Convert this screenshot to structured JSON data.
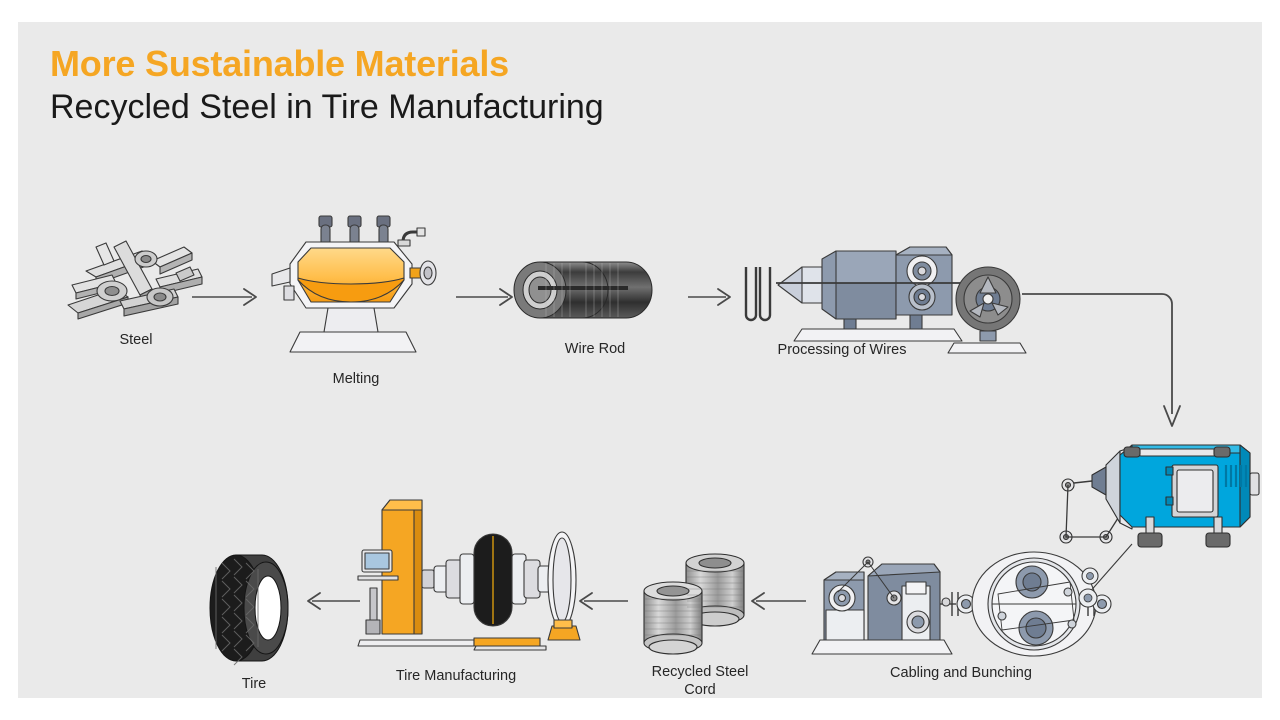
{
  "slide": {
    "background_color": "#eaeaea",
    "page_background": "#ffffff",
    "accent_color": "#f5a623",
    "text_color": "#262626"
  },
  "header": {
    "title_main": "More Sustainable Materials",
    "title_sub": "Recycled Steel in Tire Manufacturing"
  },
  "diagram": {
    "type": "process-flow",
    "flow_description": "Left-to-right top row, elbow down the right side, then right-to-left bottom row",
    "stages": [
      {
        "id": "steel",
        "label": "Steel",
        "icon": "scrap-steel-pile-icon",
        "row": "top",
        "order": 1,
        "colors": {
          "primary": "#d8d8d8",
          "shade": "#9a9a9a",
          "outline": "#3a3a3a"
        }
      },
      {
        "id": "melting",
        "label": "Melting",
        "icon": "electric-arc-furnace-icon",
        "row": "top",
        "order": 2,
        "colors": {
          "molten": "#f5a623",
          "molten_light": "#ffd07a",
          "body": "#f2f2f4",
          "electrode": "#6a7080"
        }
      },
      {
        "id": "wire-rod",
        "label": "Wire Rod",
        "icon": "wire-rod-coils-icon",
        "row": "top",
        "order": 3,
        "colors": {
          "primary": "#4a4a4a",
          "highlight": "#d6d6d6"
        }
      },
      {
        "id": "processing-of-wires",
        "label": "Processing of Wires",
        "icon": "wire-drawing-machine-icon",
        "row": "top",
        "order": 4,
        "colors": {
          "body": "#8d9aad",
          "body_dark": "#6f7d92",
          "wheel": "#6f6f6f"
        }
      },
      {
        "id": "blue-machine",
        "label": "",
        "icon": "blue-wire-machine-icon",
        "row": "right",
        "order": 5,
        "colors": {
          "body": "#00a6dd",
          "body_dark": "#0089b8",
          "panel": "#e8e8e8",
          "foot": "#6a6a6a"
        }
      },
      {
        "id": "cabling-and-bunching",
        "label": "Cabling and Bunching",
        "icon": "cabling-bunching-machine-icon",
        "row": "bottom",
        "order": 6,
        "colors": {
          "body": "#8d9aad",
          "body_dark": "#6f7d92",
          "drum": "#f0f0f2"
        }
      },
      {
        "id": "recycled-steel-cord",
        "label": "Recycled Steel\nCord",
        "icon": "steel-cord-spools-icon",
        "row": "bottom",
        "order": 7,
        "colors": {
          "primary": "#b9b9b9",
          "shade": "#8a8a8a",
          "outline": "#3a3a3a"
        }
      },
      {
        "id": "tire-manufacturing",
        "label": "Tire Manufacturing",
        "icon": "tire-building-machine-icon",
        "row": "bottom",
        "order": 8,
        "colors": {
          "frame": "#f5a623",
          "drum": "#1c1c1c",
          "parts": "#e6e6ea",
          "screen": "#a9c7e0"
        }
      },
      {
        "id": "tire",
        "label": "Tire",
        "icon": "tire-icon",
        "row": "bottom",
        "order": 9,
        "colors": {
          "tread": "#1c1c1c",
          "sidewall": "#4a4a4a",
          "inner": "#ffffff"
        }
      }
    ],
    "connectors": [
      {
        "id": "steel-to-melting",
        "type": "arrow-right"
      },
      {
        "id": "melting-to-wire-rod",
        "type": "arrow-right"
      },
      {
        "id": "wire-rod-to-processing",
        "type": "arrow-right"
      },
      {
        "id": "processing-to-blue-machine",
        "type": "elbow-right-down"
      },
      {
        "id": "cabling-to-cord",
        "type": "arrow-left"
      },
      {
        "id": "cord-to-tire-manufacturing",
        "type": "arrow-left"
      },
      {
        "id": "tire-manufacturing-to-tire",
        "type": "arrow-left"
      }
    ],
    "connector_color": "#4a4a4a"
  }
}
